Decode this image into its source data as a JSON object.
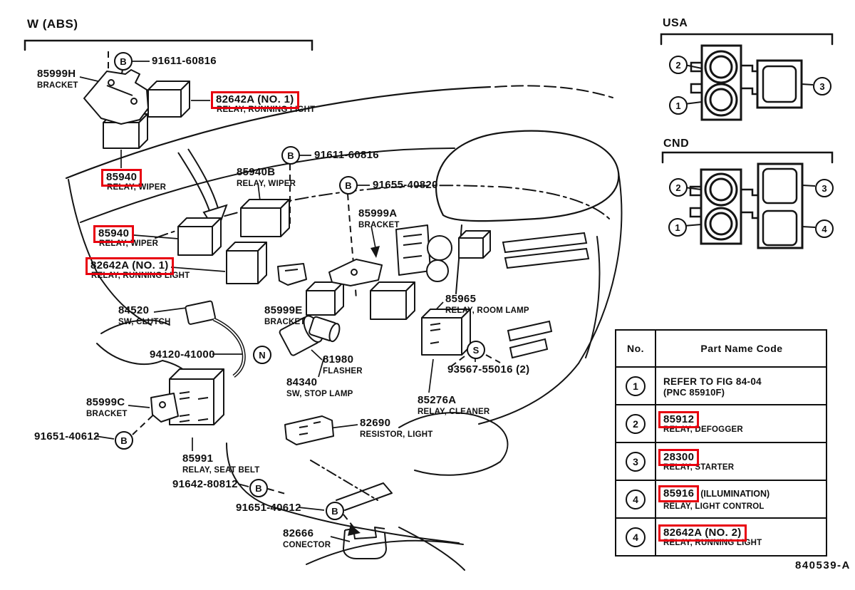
{
  "title": "W (ABS)",
  "doc_number": "840539-A",
  "colors": {
    "ink": "#0f0f0f",
    "highlight": "#e8000f",
    "background": "#ffffff"
  },
  "callouts": [
    {
      "code": "85999H",
      "name": "BRACKET",
      "boxed": false
    },
    {
      "code": "82642A (NO. 1)",
      "name": "RELAY, RUNNING LIGHT",
      "boxed": true
    },
    {
      "code": "85940",
      "name": "RELAY, WIPER",
      "boxed": true
    },
    {
      "code": "85940B",
      "name": "RELAY, WIPER",
      "boxed": false
    },
    {
      "code": "85940",
      "name": "RELAY, WIPER",
      "boxed": true
    },
    {
      "code": "82642A (NO. 1)",
      "name": "RELAY, RUNNING LIGHT",
      "boxed": true
    },
    {
      "code": "84520",
      "name": "SW, CLUTCH",
      "boxed": false
    },
    {
      "code": "85999E",
      "name": "BRACKET",
      "boxed": false
    },
    {
      "code": "85999A",
      "name": "BRACKET",
      "boxed": false
    },
    {
      "code": "85965",
      "name": "RELAY, ROOM LAMP",
      "boxed": false
    },
    {
      "code": "85276A",
      "name": "RELAY, CLEANER",
      "boxed": false
    },
    {
      "code": "85999C",
      "name": "BRACKET",
      "boxed": false
    },
    {
      "code": "85991",
      "name": "RELAY, SEAT BELT",
      "boxed": false
    },
    {
      "code": "82690",
      "name": "RESISTOR, LIGHT",
      "boxed": false
    },
    {
      "code": "82666",
      "name": "CONECTOR",
      "boxed": false
    },
    {
      "code": "81980",
      "name": "FLASHER",
      "boxed": false
    },
    {
      "code": "84340",
      "name": "SW, STOP LAMP",
      "boxed": false
    }
  ],
  "fasteners": [
    {
      "code": "91611-60816",
      "marker": "B"
    },
    {
      "code": "91611-60816",
      "marker": "B"
    },
    {
      "code": "91655-40820",
      "marker": "B"
    },
    {
      "code": "94120-41000",
      "marker": "N"
    },
    {
      "code": "93567-55016 (2)",
      "marker": "S"
    },
    {
      "code": "91651-40612",
      "marker": "B"
    },
    {
      "code": "91642-80812",
      "marker": "B"
    },
    {
      "code": "91651-40612",
      "marker": "B"
    }
  ],
  "connectors": {
    "usa": {
      "title": "USA",
      "pins": [
        "1",
        "2",
        "3"
      ]
    },
    "cnd": {
      "title": "CND",
      "pins": [
        "1",
        "2",
        "3",
        "4"
      ]
    }
  },
  "table": {
    "headers": [
      "No.",
      "Part Name Code"
    ],
    "rows": [
      {
        "no": "1",
        "line1": "REFER TO FIG 84-04",
        "line2": "(PNC 85910F)",
        "boxed": false
      },
      {
        "no": "2",
        "code": "85912",
        "name": "RELAY, DEFOGGER",
        "boxed": true
      },
      {
        "no": "3",
        "code": "28300",
        "name": "RELAY, STARTER",
        "boxed": true
      },
      {
        "no": "4",
        "code": "85916",
        "suffix": "(ILLUMINATION)",
        "name": "RELAY, LIGHT CONTROL",
        "boxed": true
      },
      {
        "no": "4",
        "code": "82642A (NO. 2)",
        "name": "RELAY, RUNNING LIGHT",
        "boxed": true
      }
    ]
  }
}
